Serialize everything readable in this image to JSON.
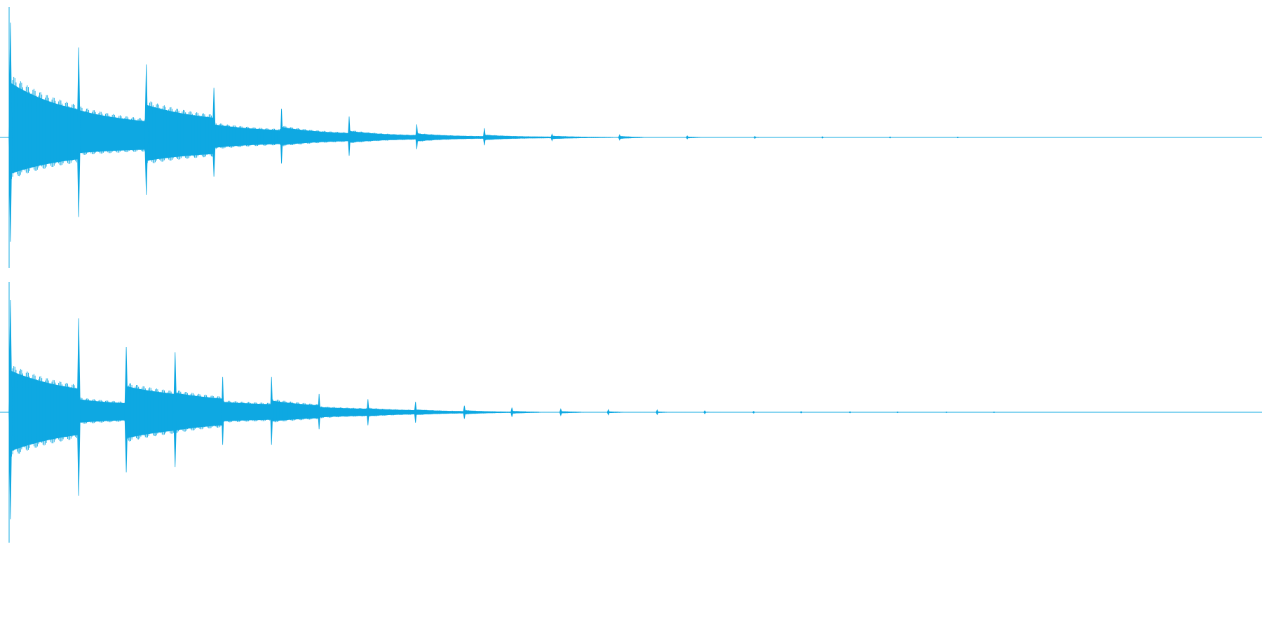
{
  "colors": {
    "waveform": "#0ea8e2",
    "background": "#ffffff"
  },
  "chart_data": {
    "type": "waveform",
    "title": "",
    "xlabel": "",
    "ylabel": "",
    "x_range": [
      0,
      1
    ],
    "amplitude_range": [
      -1,
      1
    ],
    "channels": [
      {
        "name": "",
        "impulses": [
          {
            "t": 0.0005,
            "top": 0.88,
            "bottom": 0.8,
            "tailTop": 0.42,
            "tailBottom": 0.28,
            "body": 0.11,
            "decay": 0.05
          },
          {
            "t": 0.055,
            "top": 0.69,
            "bottom": 0.61,
            "tailTop": 0.21,
            "tailBottom": 0.12,
            "body": 0.08,
            "decay": 0.05
          },
          {
            "t": 0.109,
            "top": 0.56,
            "bottom": 0.44,
            "tailTop": 0.25,
            "tailBottom": 0.18,
            "body": 0.1,
            "decay": 0.05
          },
          {
            "t": 0.163,
            "top": 0.38,
            "bottom": 0.3,
            "tailTop": 0.1,
            "tailBottom": 0.08,
            "body": 0.04,
            "decay": 0.04
          },
          {
            "t": 0.217,
            "top": 0.22,
            "bottom": 0.2,
            "tailTop": 0.08,
            "tailBottom": 0.06,
            "body": 0.02,
            "decay": 0.035
          },
          {
            "t": 0.271,
            "top": 0.16,
            "bottom": 0.14,
            "tailTop": 0.05,
            "tailBottom": 0.04,
            "body": 0.01,
            "decay": 0.03
          },
          {
            "t": 0.325,
            "top": 0.1,
            "bottom": 0.09,
            "tailTop": 0.03,
            "tailBottom": 0.03,
            "body": 0.006,
            "decay": 0.025
          },
          {
            "t": 0.379,
            "top": 0.07,
            "bottom": 0.06,
            "tailTop": 0.02,
            "tailBottom": 0.02,
            "body": 0.004,
            "decay": 0.022
          },
          {
            "t": 0.433,
            "top": 0.025,
            "bottom": 0.025,
            "tailTop": 0.012,
            "tailBottom": 0.012,
            "body": 0.002,
            "decay": 0.02
          },
          {
            "t": 0.487,
            "top": 0.02,
            "bottom": 0.02,
            "tailTop": 0.01,
            "tailBottom": 0.01,
            "body": 0.0,
            "decay": 0.015
          },
          {
            "t": 0.541,
            "top": 0.012,
            "bottom": 0.012,
            "tailTop": 0.006,
            "tailBottom": 0.006,
            "body": 0.0,
            "decay": 0.012
          },
          {
            "t": 0.595,
            "top": 0.008,
            "bottom": 0.008,
            "tailTop": 0.004,
            "tailBottom": 0.004,
            "body": 0.0,
            "decay": 0.008
          },
          {
            "t": 0.649,
            "top": 0.006,
            "bottom": 0.006,
            "tailTop": 0.003,
            "tailBottom": 0.003,
            "body": 0.0,
            "decay": 0.006
          },
          {
            "t": 0.703,
            "top": 0.005,
            "bottom": 0.005,
            "tailTop": 0.002,
            "tailBottom": 0.002,
            "body": 0.0,
            "decay": 0.005
          },
          {
            "t": 0.757,
            "top": 0.004,
            "bottom": 0.004,
            "tailTop": 0.002,
            "tailBottom": 0.002,
            "body": 0.0,
            "decay": 0.004
          }
        ]
      },
      {
        "name": "",
        "impulses": [
          {
            "t": 0.0005,
            "top": 0.86,
            "bottom": 0.82,
            "tailTop": 0.32,
            "tailBottom": 0.3,
            "body": 0.11,
            "decay": 0.05
          },
          {
            "t": 0.055,
            "top": 0.72,
            "bottom": 0.64,
            "tailTop": 0.1,
            "tailBottom": 0.08,
            "body": 0.05,
            "decay": 0.04
          },
          {
            "t": 0.093,
            "top": 0.5,
            "bottom": 0.46,
            "tailTop": 0.2,
            "tailBottom": 0.2,
            "body": 0.09,
            "decay": 0.05
          },
          {
            "t": 0.132,
            "top": 0.46,
            "bottom": 0.42,
            "tailTop": 0.15,
            "tailBottom": 0.14,
            "body": 0.07,
            "decay": 0.045
          },
          {
            "t": 0.17,
            "top": 0.27,
            "bottom": 0.25,
            "tailTop": 0.08,
            "tailBottom": 0.07,
            "body": 0.05,
            "decay": 0.04
          },
          {
            "t": 0.209,
            "top": 0.27,
            "bottom": 0.25,
            "tailTop": 0.09,
            "tailBottom": 0.07,
            "body": 0.03,
            "decay": 0.04
          },
          {
            "t": 0.247,
            "top": 0.14,
            "bottom": 0.13,
            "tailTop": 0.04,
            "tailBottom": 0.04,
            "body": 0.02,
            "decay": 0.035
          },
          {
            "t": 0.286,
            "top": 0.1,
            "bottom": 0.1,
            "tailTop": 0.03,
            "tailBottom": 0.03,
            "body": 0.01,
            "decay": 0.03
          },
          {
            "t": 0.324,
            "top": 0.08,
            "bottom": 0.08,
            "tailTop": 0.02,
            "tailBottom": 0.02,
            "body": 0.005,
            "decay": 0.025
          },
          {
            "t": 0.363,
            "top": 0.05,
            "bottom": 0.05,
            "tailTop": 0.015,
            "tailBottom": 0.015,
            "body": 0.002,
            "decay": 0.02
          },
          {
            "t": 0.401,
            "top": 0.035,
            "bottom": 0.035,
            "tailTop": 0.01,
            "tailBottom": 0.01,
            "body": 0.0,
            "decay": 0.018
          },
          {
            "t": 0.44,
            "top": 0.025,
            "bottom": 0.025,
            "tailTop": 0.008,
            "tailBottom": 0.008,
            "body": 0.0,
            "decay": 0.016
          },
          {
            "t": 0.478,
            "top": 0.02,
            "bottom": 0.02,
            "tailTop": 0.006,
            "tailBottom": 0.006,
            "body": 0.0,
            "decay": 0.014
          },
          {
            "t": 0.517,
            "top": 0.018,
            "bottom": 0.018,
            "tailTop": 0.005,
            "tailBottom": 0.005,
            "body": 0.0,
            "decay": 0.012
          },
          {
            "t": 0.555,
            "top": 0.012,
            "bottom": 0.012,
            "tailTop": 0.004,
            "tailBottom": 0.004,
            "body": 0.0,
            "decay": 0.01
          },
          {
            "t": 0.594,
            "top": 0.008,
            "bottom": 0.008,
            "tailTop": 0.003,
            "tailBottom": 0.003,
            "body": 0.0,
            "decay": 0.008
          },
          {
            "t": 0.632,
            "top": 0.006,
            "bottom": 0.006,
            "tailTop": 0.002,
            "tailBottom": 0.002,
            "body": 0.0,
            "decay": 0.006
          },
          {
            "t": 0.671,
            "top": 0.005,
            "bottom": 0.005,
            "tailTop": 0.002,
            "tailBottom": 0.002,
            "body": 0.0,
            "decay": 0.005
          },
          {
            "t": 0.709,
            "top": 0.004,
            "bottom": 0.004,
            "tailTop": 0.002,
            "tailBottom": 0.002,
            "body": 0.0,
            "decay": 0.004
          },
          {
            "t": 0.748,
            "top": 0.003,
            "bottom": 0.003,
            "tailTop": 0.001,
            "tailBottom": 0.001,
            "body": 0.0,
            "decay": 0.003
          },
          {
            "t": 0.786,
            "top": 0.003,
            "bottom": 0.003,
            "tailTop": 0.001,
            "tailBottom": 0.001,
            "body": 0.0,
            "decay": 0.003
          }
        ]
      }
    ]
  }
}
